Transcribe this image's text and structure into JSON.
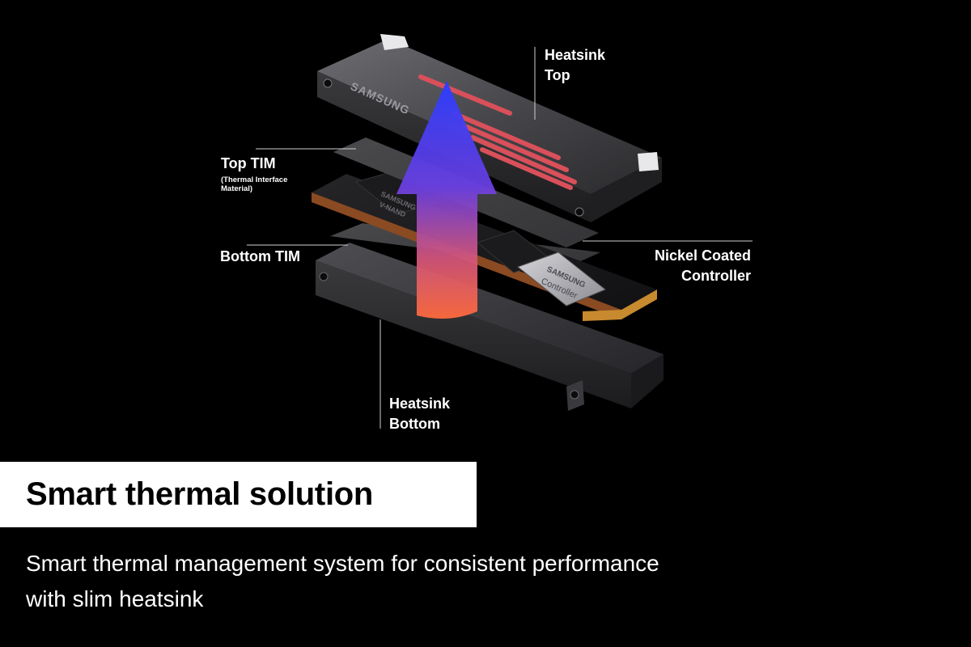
{
  "diagram": {
    "labels": {
      "heatsink_top": [
        "Heatsink",
        "Top"
      ],
      "top_tim": "Top TIM",
      "top_tim_note": [
        "(Thermal Interface",
        "Material)"
      ],
      "bottom_tim": "Bottom TIM",
      "nickel_controller": [
        "Nickel Coated",
        "Controller"
      ],
      "heatsink_bottom": [
        "Heatsink",
        "Bottom"
      ]
    },
    "product_marks": {
      "brand_heatsink": "SAMSUNG",
      "nand_chip_brand": "SAMSUNG",
      "nand_chip_type": "V-NAND",
      "controller_brand": "SAMSUNG",
      "controller_name": "Controller"
    },
    "colors": {
      "background": "#000000",
      "arrow_top": "#2a3cff",
      "arrow_mid": "#7a3bd6",
      "arrow_bottom": "#ff6a3d",
      "heatsink_accent": "#d9505a"
    }
  },
  "caption": {
    "title": "Smart thermal solution",
    "subtitle_line1": "Smart thermal management system for consistent performance",
    "subtitle_line2": "with slim heatsink"
  }
}
